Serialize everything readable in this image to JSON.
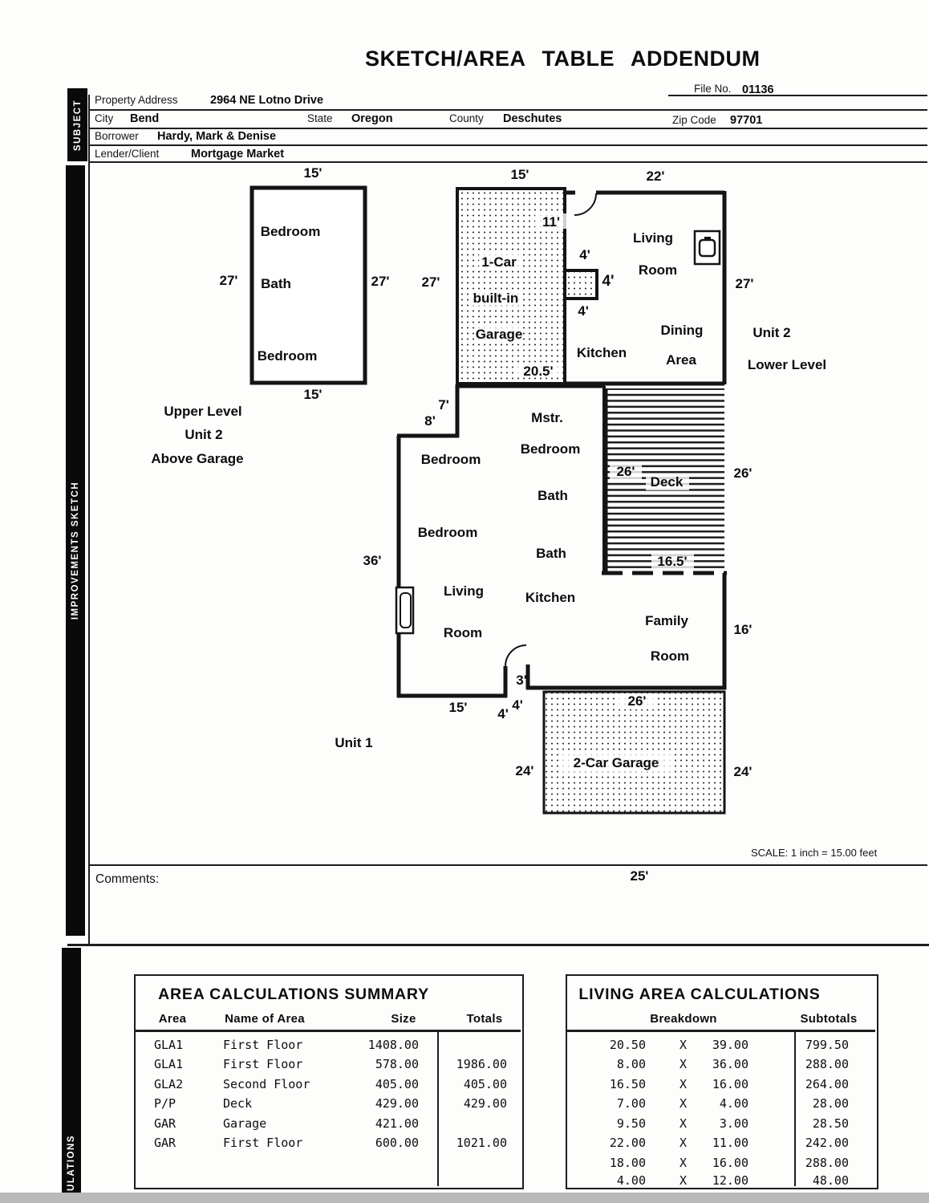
{
  "header": {
    "title": "SKETCH/AREA TABLE ADDENDUM",
    "file_no_label": "File No.",
    "file_no_value": "01136",
    "rows": {
      "property_address_label": "Property Address",
      "property_address_value": "2964 NE Lotno Drive",
      "city_label": "City",
      "city_value": "Bend",
      "state_label": "State",
      "state_value": "Oregon",
      "county_label": "County",
      "county_value": "Deschutes",
      "zip_label": "Zip Code",
      "zip_value": "97701",
      "borrower_label": "Borrower",
      "borrower_value": "Hardy, Mark & Denise",
      "lender_label": "Lender/Client",
      "lender_value": "Mortgage Market"
    }
  },
  "sidebar": {
    "subject": "SUBJECT",
    "improvements_sketch": "IMPROVEMENTS  SKETCH",
    "calculations": "ULATIONS"
  },
  "sketch": {
    "upper_unit": {
      "dim_top": "15'",
      "dim_bottom": "15'",
      "dim_left": "27'",
      "dim_right": "27'",
      "room_top": "Bedroom",
      "room_mid": "Bath",
      "room_bottom": "Bedroom",
      "caption_line1": "Upper Level",
      "caption_line2": "Unit 2",
      "caption_line3": "Above Garage"
    },
    "garage_1car": {
      "dim_top": "15'",
      "dim_left": "27'",
      "dim_depth": "11'",
      "label_line1": "1-Car",
      "label_line2": "built-in",
      "label_line3": "Garage",
      "dim_bottom": "20.5'"
    },
    "unit2_lower": {
      "dim_top": "22'",
      "dim_right": "27'",
      "living_line1": "Living",
      "living_line2": "Room",
      "dim_4_upper": "4'",
      "dim_4_mid": "4'",
      "dim_4_lower": "4'",
      "kitchen": "Kitchen",
      "dining_line1": "Dining",
      "dining_line2": "Area",
      "caption_line1": "Unit 2",
      "caption_line2": "Lower Level"
    },
    "main_floor": {
      "dim_7": "7'",
      "dim_8": "8'",
      "mstr_line1": "Mstr.",
      "mstr_line2": "Bedroom",
      "bedroom_upper": "Bedroom",
      "bath_upper": "Bath",
      "bedroom_lower": "Bedroom",
      "bath_lower": "Bath",
      "dim_left": "36'",
      "living_line1": "Living",
      "living_line2": "Room",
      "kitchen": "Kitchen",
      "family_line1": "Family",
      "family_line2": "Room",
      "dim_right": "16'",
      "dim_door": "3'",
      "dim_bottom": "15'",
      "dim_4_left": "4'",
      "dim_4_right": "4'",
      "caption": "Unit 1"
    },
    "deck": {
      "dim_left": "26'",
      "dim_right": "26'",
      "label": "Deck",
      "dim_bottom": "16.5'"
    },
    "garage_2car": {
      "dim_top": "26'",
      "dim_left": "24'",
      "dim_right": "24'",
      "label": "2-Car Garage",
      "dim_below": "25'"
    },
    "scale_note": "SCALE: 1 inch = 15.00 feet",
    "comments_label": "Comments:"
  },
  "area_table": {
    "title": "AREA CALCULATIONS SUMMARY",
    "headers": {
      "area": "Area",
      "name": "Name of Area",
      "size": "Size",
      "totals": "Totals"
    },
    "rows": [
      {
        "area": "GLA1",
        "name": "First Floor",
        "size": "1408.00",
        "total": ""
      },
      {
        "area": "GLA1",
        "name": "First Floor",
        "size": "578.00",
        "total": "1986.00"
      },
      {
        "area": "GLA2",
        "name": "Second Floor",
        "size": "405.00",
        "total": "405.00"
      },
      {
        "area": "P/P",
        "name": "Deck",
        "size": "429.00",
        "total": "429.00"
      },
      {
        "area": "GAR",
        "name": "Garage",
        "size": "421.00",
        "total": ""
      },
      {
        "area": "GAR",
        "name": "First Floor",
        "size": "600.00",
        "total": "1021.00"
      }
    ]
  },
  "living_table": {
    "title": "LIVING AREA CALCULATIONS",
    "headers": {
      "breakdown": "Breakdown",
      "subtotals": "Subtotals"
    },
    "rows": [
      {
        "a": "20.50",
        "x": "X",
        "b": "39.00",
        "sub": "799.50"
      },
      {
        "a": "8.00",
        "x": "X",
        "b": "36.00",
        "sub": "288.00"
      },
      {
        "a": "16.50",
        "x": "X",
        "b": "16.00",
        "sub": "264.00"
      },
      {
        "a": "7.00",
        "x": "X",
        "b": "4.00",
        "sub": "28.00"
      },
      {
        "a": "9.50",
        "x": "X",
        "b": "3.00",
        "sub": "28.50"
      },
      {
        "a": "22.00",
        "x": "X",
        "b": "11.00",
        "sub": "242.00"
      },
      {
        "a": "18.00",
        "x": "X",
        "b": "16.00",
        "sub": "288.00"
      },
      {
        "a": "4.00",
        "x": "X",
        "b": "12.00",
        "sub": "48.00"
      }
    ]
  }
}
